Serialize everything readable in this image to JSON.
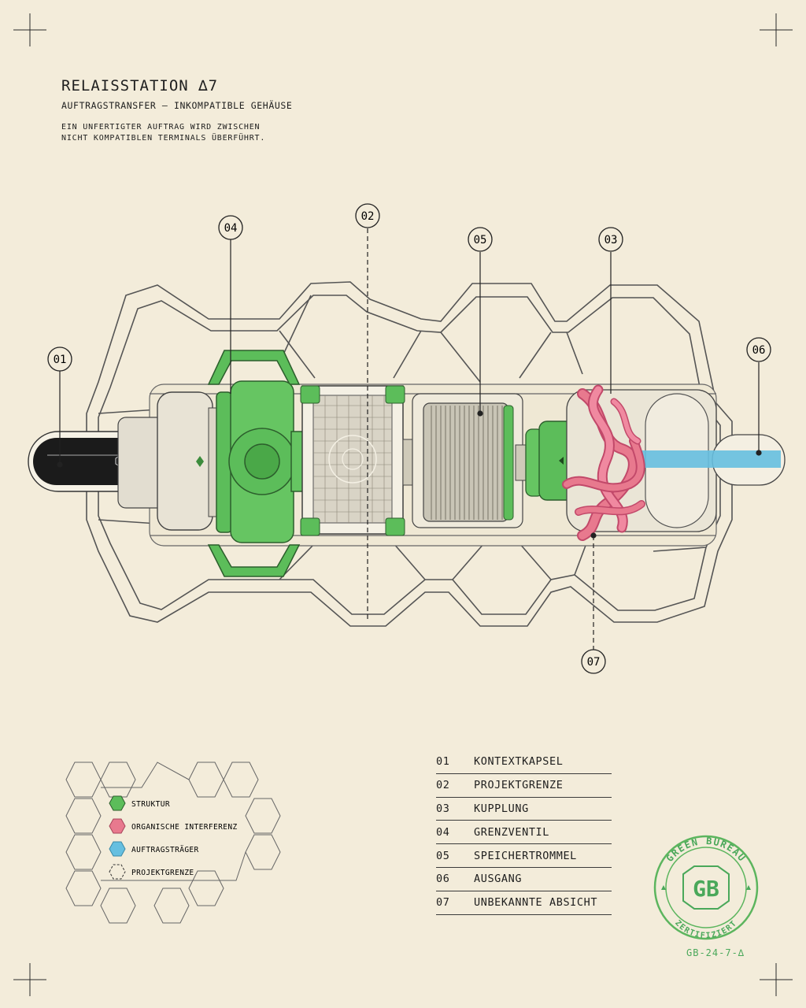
{
  "header": {
    "title": "RELAISSTATION ∆7",
    "subtitle": "AUFTRAGSTRANSFER – INKOMPATIBLE GEHÄUSE",
    "description_line1": "EIN UNFERTIGTER AUFTRAG WIRD ZWISCHEN",
    "description_line2": "NICHT KOMPATIBLEN TERMINALS ÜBERFÜHRT."
  },
  "callouts": {
    "c01": "01",
    "c02": "02",
    "c03": "03",
    "c04": "04",
    "c05": "05",
    "c06": "06",
    "c07": "07"
  },
  "legend": {
    "items": [
      {
        "label": "STRUKTUR",
        "color": "#5cbd5a"
      },
      {
        "label": "ORGANISCHE INTERFERENZ",
        "color": "#e8798e"
      },
      {
        "label": "AUFTRAGSTRÄGER",
        "color": "#66bfe0"
      },
      {
        "label": "PROJEKTGRENZE",
        "color": "none"
      }
    ]
  },
  "parts": [
    {
      "num": "01",
      "name": "KONTEXTKAPSEL"
    },
    {
      "num": "02",
      "name": "PROJEKTGRENZE"
    },
    {
      "num": "03",
      "name": "KUPPLUNG"
    },
    {
      "num": "04",
      "name": "GRENZVENTIL"
    },
    {
      "num": "05",
      "name": "SPEICHERTROMMEL"
    },
    {
      "num": "06",
      "name": "AUSGANG"
    },
    {
      "num": "07",
      "name": "UNBEKANNTE ABSICHT"
    }
  ],
  "stamp": {
    "top_text": "GREEN BUREAU",
    "bottom_text": "ZERTIFIZIERT",
    "monogram": "GB",
    "code": "GB-24-7-∆"
  },
  "colors": {
    "background": "#f3ecda",
    "structure_green": "#5cbd5a",
    "organic_pink": "#e8798e",
    "carrier_blue": "#66bfe0",
    "ink": "#1e1e1e",
    "stamp_green": "#4aa85a"
  }
}
